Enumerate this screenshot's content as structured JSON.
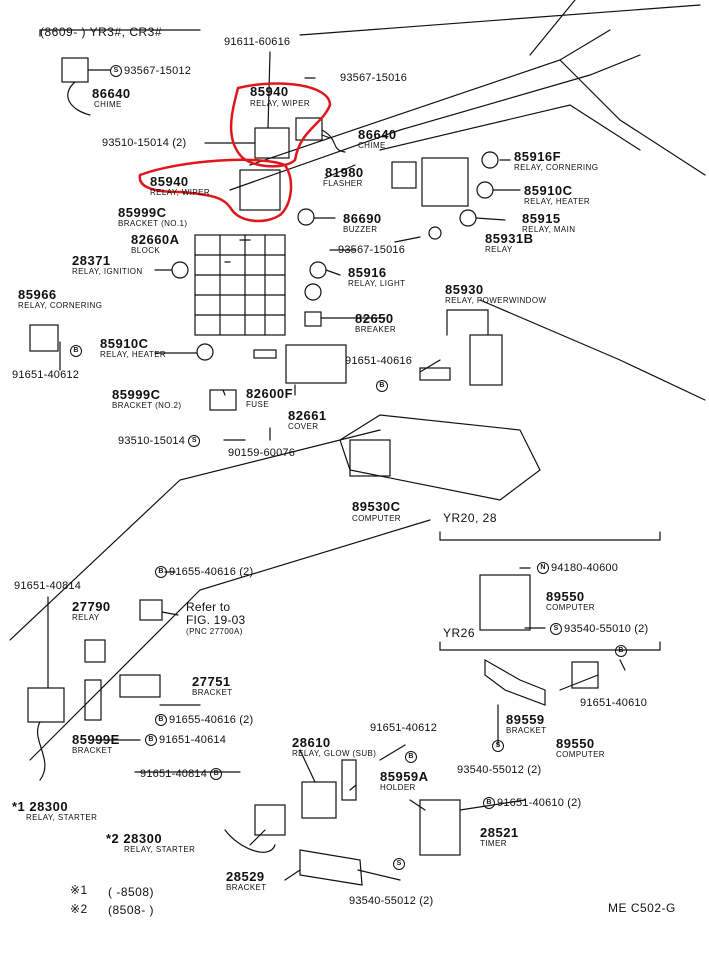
{
  "header": {
    "range_label": "(8609-        ) YR3#, CR3#",
    "yr20_label": "YR20, 28",
    "yr26_label": "YR26",
    "page_code": "ME C502-G"
  },
  "parts": {
    "p9356715012_a": "93567-15012",
    "p86640_a": "86640",
    "p86640_a_cap": "CHIME",
    "p9161160616": "91611-60616",
    "p9356715016_a": "93567-15016",
    "p85940_a": "85940",
    "p85940_a_cap": "RELAY, WIPER",
    "p86640_b": "86640",
    "p86640_b_cap": "CHIME",
    "p9351015014_a": "93510-15014 (2)",
    "p85916f": "85916F",
    "p85916f_cap": "RELAY, CORNERING",
    "p85940_b": "85940",
    "p85940_b_cap": "RELAY, WIPER",
    "p81980": "81980",
    "p81980_cap": "FLASHER",
    "p85910c_a": "85910C",
    "p85910c_a_cap": "RELAY, HEATER",
    "p85999c_a": "85999C",
    "p85999c_a_cap": "BRACKET (NO.1)",
    "p86690": "86690",
    "p86690_cap": "BUZZER",
    "p85915": "85915",
    "p85915_cap": "RELAY, MAIN",
    "p82660a": "82660A",
    "p82660a_cap": "BLOCK",
    "p9356715016_b": "93567-15016",
    "p85931b": "85931B",
    "p85931b_cap": "RELAY",
    "p28371": "28371",
    "p28371_cap": "RELAY, IGNITION",
    "p85916": "85916",
    "p85916_cap": "RELAY, LIGHT",
    "p85966": "85966",
    "p85966_cap": "RELAY, CORNERING",
    "p85930": "85930",
    "p85930_cap": "RELAY, POWERWINDOW",
    "p82650": "82650",
    "p82650_cap": "BREAKER",
    "p85910c_b": "85910C",
    "p85910c_b_cap": "RELAY, HEATER",
    "p9165140616": "91651-40616",
    "p9165140612_a": "91651-40612",
    "p85999c_b": "85999C",
    "p85999c_b_cap": "BRACKET (NO.2)",
    "p82600f": "82600F",
    "p82600f_cap": "FUSE",
    "p82661": "82661",
    "p82661_cap": "COVER",
    "p9351015014_b": "93510-15014",
    "p9015960076": "90159-60076",
    "p89530c": "89530C",
    "p89530c_cap": "COMPUTER",
    "p9165140814_a": "91651-40814",
    "p9165540616_a": "91655-40616 (2)",
    "p9418040600": "94180-40600",
    "p27790": "27790",
    "p27790_cap": "RELAY",
    "refer_line1": "Refer to",
    "refer_line2": "FIG. 19-03",
    "refer_line3": "(PNC 27700A)",
    "p89550_a": "89550",
    "p89550_a_cap": "COMPUTER",
    "p9354055010": "93540-55010 (2)",
    "p27751": "27751",
    "p27751_cap": "BRACKET",
    "p9165140610_a": "91651-40610",
    "p9165540616_b": "91655-40616 (2)",
    "p9165140612_b": "91651-40612",
    "p85999e": "85999E",
    "p85999e_cap": "BRACKET",
    "p9165140614": "91651-40614",
    "p28610": "28610",
    "p28610_cap": "RELAY, GLOW (SUB)",
    "p89559": "89559",
    "p89559_cap": "BRACKET",
    "p89550_b": "89550",
    "p89550_b_cap": "COMPUTER",
    "p9165140814_b": "91651-40814",
    "p85959a": "85959A",
    "p85959a_cap": "HOLDER",
    "p9354055012_a": "93540-55012 (2)",
    "p128300": "*1 28300",
    "p128300_cap": "RELAY, STARTER",
    "p9165140610_b": "91651-40610 (2)",
    "p228300": "*2 28300",
    "p228300_cap": "RELAY, STARTER",
    "p28521": "28521",
    "p28521_cap": "TIMER",
    "p28529": "28529",
    "p28529_cap": "BRACKET",
    "p9354055012_b": "93540-55012 (2)"
  },
  "footnotes": {
    "n1_mark": "※1",
    "n1_text": "(       -8508)",
    "n2_mark": "※2",
    "n2_text": "(8508-       )"
  },
  "callout_letters": {
    "b": "B",
    "s": "S",
    "n": "N"
  },
  "colors": {
    "ink": "#111111",
    "highlight": "#e0161c"
  }
}
